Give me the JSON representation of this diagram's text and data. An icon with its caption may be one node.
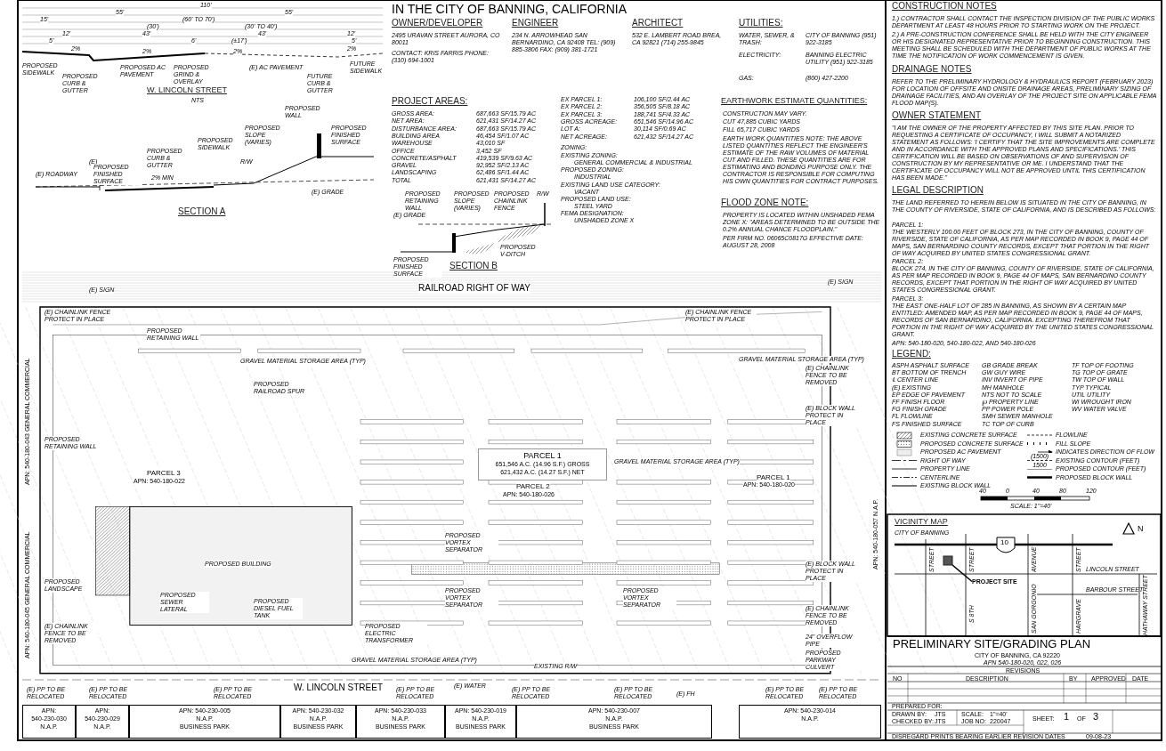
{
  "diagram": {
    "title": "IN THE CITY OF BANNING, CALIFORNIA",
    "nodes": [
      {
        "text": [
          "PARCEL 1",
          "651,546 A.C. (14.96 S.F.) GROSS",
          "621,432 A.C. (14.27 S.F.) NET"
        ]
      },
      {
        "text": [
          "APN:",
          "540-230-030",
          "N.A.P."
        ]
      },
      {
        "text": [
          "APN:",
          "540-230-029",
          "N.A.P."
        ]
      },
      {
        "text": [
          "APN: 540-230-005",
          "N.A.P.",
          "BUSINESS PARK"
        ]
      },
      {
        "text": [
          "APN: 540-230-032",
          "N.A.P.",
          "BUSINESS PARK"
        ]
      },
      {
        "text": [
          "APN: 540-230-033",
          "N.A.P.",
          "BUSINESS PARK"
        ]
      },
      {
        "text": [
          "APN: 540-230-019",
          "N.A.P.",
          "BUSINESS PARK"
        ]
      },
      {
        "text": [
          "APN: 540-230-007",
          "N.A.P.",
          "BUSINESS PARK"
        ]
      },
      {
        "text": [
          "APN: 540-230-014",
          "N.A.P."
        ]
      },
      {
        "text": [
          "PROJECT SITE"
        ]
      },
      {
        "text": [],
        "shape": "box"
      }
    ],
    "edges": [
      {
        "from": 9,
        "to": 10,
        "arrow": "none"
      }
    ],
    "labels": [
      "110'",
      "55'",
      "55'",
      "15'",
      "(60' TO 70')",
      "(30')",
      "(30' TO 40')",
      "12'",
      "43'",
      "43'",
      "12'",
      "5'",
      "6'",
      "(±17')",
      "5'",
      "2%",
      "2%",
      "2%",
      "2%",
      "PROPOSED SIDEWALK",
      "PROPOSED CURB & GUTTER",
      "PROPOSED AC PAVEMENT",
      "PROPOSED GRIND & OVERLAY",
      "(E) AC PAVEMENT",
      "FUTURE CURB & GUTTER",
      "FUTURE SIDEWALK",
      "W. LINCOLN STREET",
      "NTS",
      "PROPOSED WALL",
      "PROPOSED SLOPE (VARIES)",
      "PROPOSED FINISHED SURFACE",
      "PROPOSED SIDEWALK",
      "R/W",
      "PROPOSED CURB & GUTTER",
      "(E)",
      "PROPOSED FINISHED SURFACE",
      "(E) ROADWAY",
      "2% MIN",
      "(E) GRADE",
      "SECTION A",
      "(E) GRADE",
      "PROPOSED RETAINING WALL",
      "PROPOSED SLOPE (VARIES)",
      "PROPOSED CHAINLINK FENCE",
      "R/W",
      "PROPOSED FINISHED SURFACE",
      "PROPOSED V-DITCH",
      "SECTION B",
      "OWNER/DEVELOPER",
      "2495 URAVAN STREET AURORA, CO 80011",
      "CONTACT: KRIS FARRIS PHONE: (310) 694-1001",
      "ENGINEER",
      "234 N. ARROWHEAD SAN BERNARDINO, CA 92408 TEL: (909) 885-3806 FAX: (909) 381-1721",
      "ARCHITECT",
      "532 E. LAMBERT ROAD BREA, CA 92821 (714) 255-9845",
      "UTILITIES:",
      "WATER, SEWER, & TRASH:",
      "CITY OF BANNING (951) 922-3185",
      "ELECTRICITY:",
      "BANNING ELECTRIC UTILITY (951) 922-3185",
      "GAS:",
      "(800) 427-2200",
      "PROJECT AREAS:",
      "GROSS AREA:",
      "687,663 SF/15.79 AC",
      "NET AREA:",
      "621,431 SF/14.27 AC",
      "DISTURBANCE AREA:",
      "687,663 SF/15.79 AC",
      "BUILDING AREA",
      "46,454 SF/1.07 AC",
      "WAREHOUSE",
      "43,010 SF",
      "OFFICE",
      "3,452 SF",
      "CONCRETE/ASPHALT",
      "419,539 SF/9.63 AC",
      "GRAVEL",
      "92,952 SF/2.13 AC",
      "LANDSCAPING",
      "62,486 SF/1.44 AC",
      "TOTAL",
      "621,431 SF/14.27 AC",
      "EX PARCEL 1:",
      "106,100 SF/2.44 AC",
      "EX PARCEL 2:",
      "356,505 SF/8.18 AC",
      "EX PARCEL 3:",
      "188,741 SF/4.33 AC",
      "GROSS ACREAGE:",
      "651,546 SF/14.96 AC",
      "LOT A:",
      "30,114 SF/0.69 AC",
      "NET ACREAGE:",
      "621,432 SF/14.27 AC",
      "ZONING:",
      "EXISTING ZONING:",
      "GENERAL COMMERCIAL & INDUSTRIAL",
      "PROPOSED ZONING:",
      "INDUSTRIAL",
      "EXISTING LAND USE CATEGORY:",
      "VACANT",
      "PROPOSED LAND USE:",
      "STEEL YARD",
      "FEMA DESIGNATION:",
      "UNSHADED ZONE X",
      "EARTHWORK ESTIMATE QUANTITIES:",
      "CONSTRUCTION MAY VARY.",
      "CUT 47,885 CUBIC YARDS",
      "FILL 65,717 CUBIC YARDS",
      "EARTH WORK QUANTITIES NOTE: THE ABOVE LISTED QUANTITIES REFLECT THE ENGINEER'S ESTIMATE OF THE RAW VOLUMES OF MATERIAL CUT AND FILLED. THESE QUANTITIES ARE FOR ESTIMATING AND BONDING PURPOSE ONLY. THE CONTRACTOR IS RESPONSIBLE FOR COMPUTING HIS OWN QUANTITIES FOR CONTRACT PURPOSES.",
      "FLOOD ZONE NOTE:",
      "PROPERTY IS LOCATED WITHIN UNSHADED FEMA ZONE X: \"AREAS DETERMINED TO BE OUTSIDE THE 0.2% ANNUAL CHANCE FLOODPLAIN.\"",
      "PER FIRM NO. 06065C0817G EFFECTIVE DATE: AUGUST 28, 2008",
      "CONSTRUCTION NOTES",
      "1.) CONTRACTOR SHALL CONTACT THE INSPECTION DIVISION OF THE PUBLIC WORKS DEPARTMENT AT LEAST 48 HOURS PRIOR TO STARTING WORK ON THE PROJECT.",
      "2.) A PRE-CONSTRUCTION CONFERENCE SHALL BE HELD WITH THE CITY ENGINEER OR HIS DESIGNATED REPRESENTATIVE PRIOR TO BEGINNING CONSTRUCTION. THIS MEETING SHALL BE SCHEDULED WITH THE DEPARTMENT OF PUBLIC WORKS AT THE TIME THE NOTIFICATION OF WORK COMMENCEMENT IS GIVEN.",
      "DRAINAGE NOTES",
      "REFER TO THE PRELIMINARY HYDROLOGY & HYDRAULICS REPORT (FEBRUARY 2023) FOR LOCATION OF OFFSITE AND ONSITE DRAINAGE AREAS, PRELIMINARY SIZING OF DRAINAGE FACILITIES, AND AN OVERLAY OF THE PROJECT SITE ON APPLICABLE FEMA FLOOD MAP(S).",
      "OWNER STATEMENT",
      "\"I AM THE OWNER OF THE PROPERTY AFFECTED BY THIS SITE PLAN. PRIOR TO REQUESTING A CERTIFICATE OF OCCUPANCY, I WILL SUBMIT A NOTARIZED STATEMENT AS FOLLOWS: 'I CERTIFY THAT THE SITE IMPROVEMENTS ARE COMPLETE AND IN ACCORDANCE WITH THE APPROVED PLANS AND SPECIFICATIONS.' THIS CERTIFICATION WILL BE BASED ON OBSERVATIONS OF AND SUPERVISION OF CONSTRUCTION BY MY REPRESENTATIVE OR ME. I UNDERSTAND THAT THE CERTIFICATE OF OCCUPANCY WILL NOT BE APPROVED UNTIL THIS CERTIFICATION HAS BEEN MADE.\"",
      "LEGAL DESCRIPTION",
      "THE LAND REFERRED TO HEREIN BELOW IS SITUATED IN THE CITY OF BANNING, IN THE COUNTY OF RIVERSIDE, STATE OF CALIFORNIA, AND IS DESCRIBED AS FOLLOWS:",
      "PARCEL 1:",
      "THE WESTERLY 100.00 FEET OF BLOCK 273, IN THE CITY OF BANNING, COUNTY OF RIVERSIDE, STATE OF CALIFORNIA, AS PER MAP RECORDED IN BOOK 9, PAGE 44 OF MAPS, SAN BERNARDINO COUNTY RECORDS, EXCEPT THAT PORTION IN THE RIGHT OF WAY ACQUIRED BY UNITED STATES CONGRESSIONAL GRANT.",
      "PARCEL 2:",
      "BLOCK 274, IN THE CITY OF BANNING, COUNTY OF RIVERSIDE, STATE OF CALIFORNIA, AS PER MAP RECORDED IN BOOK 9, PAGE 44 OF MAPS, SAN BERNARDINO COUNTY RECORDS, EXCEPT THAT PORTION IN THE RIGHT OF WAY ACQUIRED BY UNITED STATES CONGRESSIONAL GRANT.",
      "PARCEL 3:",
      "THE EAST ONE-HALF LOT OF 285 IN BANNING, AS SHOWN BY A CERTAIN MAP ENTITLED: AMENDED MAP, AS PER MAP RECORDED IN BOOK 9, PAGE 44 OF MAPS, RECORDS OF SAN BERNARDINO, CALIFORNIA. EXCEPTING THEREFROM THAT PORTION IN THE RIGHT OF WAY ACQUIRED BY THE UNITED STATES CONGRESSIONAL GRANT.",
      "APN: 540-180-020, 540-180-022, AND 540-180-026",
      "LEGEND:",
      "ASPH ASPHALT SURFACE",
      "BT BOTTOM OF TRENCH",
      "℄ CENTER LINE",
      "(E) EXISTING",
      "EP EDGE OF PAVEMENT",
      "FF FINISH FLOOR",
      "FG FINISH GRADE",
      "FL FLOWLINE",
      "FS FINISHED SURFACE",
      "GB GRADE BREAK",
      "GW GUY WIRE",
      "INV INVERT OF PIPE",
      "MH MANHOLE",
      "NTS NOT TO SCALE",
      "℘ PROPERTY LINE",
      "PP POWER POLE",
      "SMH SEWER MANHOLE",
      "TC TOP OF CURB",
      "TF TOP OF FOOTING",
      "TG TOP OF GRATE",
      "TW TOP OF WALL",
      "TYP TYPICAL",
      "UTIL UTILITY",
      "WI WROUGHT IRON",
      "WV WATER VALVE",
      "(1500)",
      "1500",
      "40",
      "0",
      "40",
      "80",
      "120",
      "SCALE: 1\"=40'",
      "VICINITY MAP",
      "CITY OF BANNING",
      "10",
      "STREET",
      "STREET",
      "AVENUE",
      "STREET",
      "LINCOLN STREET",
      "BARBOUR STREET",
      "S 8TH",
      "SAN GORGONIO",
      "HARGRAVE",
      "HATHAWAY STREET",
      "N",
      "PRELIMINARY SITE/GRADING PLAN",
      "CITY OF BANNING, CA 92220",
      "APN 540-180-020, 022, 026",
      "REVISIONS",
      "NO",
      "DESCRIPTION",
      "BY",
      "APPROVED",
      "DATE",
      "PREPARED FOR:",
      "DRAWN BY:",
      "JTS",
      "SCALE:",
      "1\"=40'",
      "CHECKED BY:",
      "JTS",
      "JOB NO:",
      "220047",
      "SHEET:",
      "1",
      "OF",
      "3",
      "DISREGARD PRINTS BEARING EARLIER REVISION DATES",
      "09-08-23",
      "RAILROAD RIGHT OF WAY",
      "GRAVEL MATERIAL STORAGE AREA (TYP)",
      "GRAVEL MATERIAL STORAGE AREA (TYP)",
      "GRAVEL MATERIAL STORAGE AREA (TYP)",
      "GRAVEL MATERIAL STORAGE AREA (TYP)",
      "PARCEL 3",
      "APN: 540-180-022",
      "PARCEL 2",
      "APN: 540-180-026",
      "PARCEL 1",
      "APN: 540-180-020",
      "PROPOSED BUILDING",
      "W. LINCOLN STREET",
      "APN: 540-180-043 GENERAL COMMERCIAL",
      "APN: 540-180-045 GENERAL COMMERCIAL",
      "APN: 540-180-057 N.A.P.",
      "PROPOSED RAILROAD SPUR",
      "PROPOSED RETAINING WALL",
      "PROPOSED RETAINING WALL",
      "(E) CHAINLINK FENCE PROTECT IN PLACE",
      "(E) CHAINLINK FENCE PROTECT IN PLACE",
      "(E) BLOCK WALL PROTECT IN PLACE",
      "(E) BLOCK WALL PROTECT IN PLACE",
      "PROPOSED VORTEX SEPARATOR",
      "PROPOSED VORTEX SEPARATOR",
      "PROPOSED VORTEX SEPARATOR",
      "PROPOSED ELECTRIC TRANSFORMER",
      "PROPOSED SEWER LATERAL",
      "PROPOSED DIESEL FUEL TANK",
      "24\" OVERFLOW PIPE",
      "PROPOSED PARKWAY CULVERT",
      "EXISTING R/W",
      "(E) SIGN",
      "(E) SIGN",
      "(E) PP TO BE RELOCATED",
      "(E) PP TO BE RELOCATED",
      "(E) PP TO BE RELOCATED",
      "(E) PP TO BE RELOCATED",
      "(E) PP TO BE RELOCATED",
      "(E) PP TO BE RELOCATED",
      "(E) PP TO BE RELOCATED",
      "(E) PP TO BE RELOCATED",
      "(E) WATER",
      "(E) FH",
      "(E) CHAINLINK FENCE TO BE REMOVED",
      "(E) CHAINLINK FENCE TO BE REMOVED",
      "(E) CHAINLINK FENCE TO BE REMOVED",
      "PROPOSED LANDSCAPE"
    ],
    "legend": [
      {
        "text": "EXISTING CONCRETE SURFACE"
      },
      {
        "text": "PROPOSED CONCRETE SURFACE"
      },
      {
        "text": "PROPOSED AC PAVEMENT",
        "color": "#eeeeee"
      },
      {
        "text": "RIGHT OF WAY"
      },
      {
        "text": "PROPERTY LINE"
      },
      {
        "text": "CENTERLINE"
      },
      {
        "text": "EXISTING BLOCK WALL"
      },
      {
        "text": "FLOWLINE"
      },
      {
        "text": "FILL SLOPE"
      },
      {
        "text": "INDICATES DIRECTION OF FLOW"
      },
      {
        "text": "EXISTING CONTOUR (FEET)"
      },
      {
        "text": "PROPOSED CONTOUR (FEET)"
      },
      {
        "text": "PROPOSED BLOCK WALL"
      }
    ]
  }
}
